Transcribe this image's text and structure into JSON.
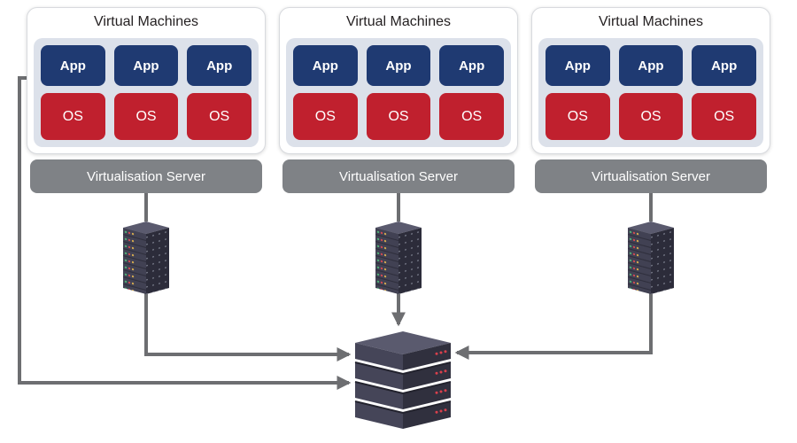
{
  "colors": {
    "app": "#1f3a72",
    "os": "#c0202e",
    "server_bar": "#7f8286",
    "panel": "#dce1ea",
    "connector": "#6d6e71"
  },
  "groups": [
    {
      "title": "Virtual Machines",
      "server_label": "Virtualisation Server",
      "vms": [
        {
          "app": "App",
          "os": "OS"
        },
        {
          "app": "App",
          "os": "OS"
        },
        {
          "app": "App",
          "os": "OS"
        }
      ]
    },
    {
      "title": "Virtual Machines",
      "server_label": "Virtualisation Server",
      "vms": [
        {
          "app": "App",
          "os": "OS"
        },
        {
          "app": "App",
          "os": "OS"
        },
        {
          "app": "App",
          "os": "OS"
        }
      ]
    },
    {
      "title": "Virtual Machines",
      "server_label": "Virtualisation Server",
      "vms": [
        {
          "app": "App",
          "os": "OS"
        },
        {
          "app": "App",
          "os": "OS"
        },
        {
          "app": "App",
          "os": "OS"
        }
      ]
    }
  ],
  "icons": {
    "rack": "server-rack-icon",
    "storage": "storage-array-icon",
    "connectors": "connector-lines"
  }
}
